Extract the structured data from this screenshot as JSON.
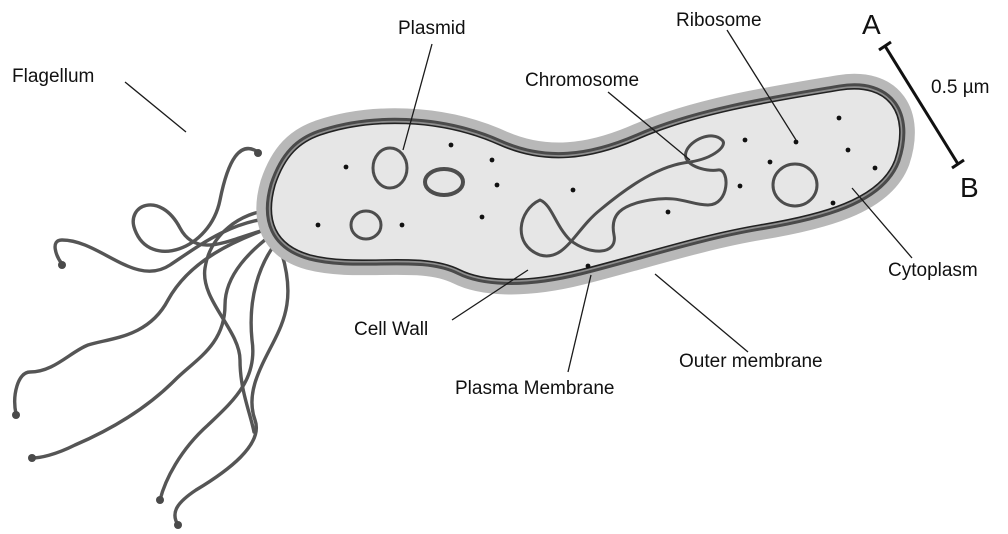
{
  "diagram": {
    "labels": {
      "flagellum": "Flagellum",
      "plasmid": "Plasmid",
      "chromosome": "Chromosome",
      "ribosome": "Ribosome",
      "cytoplasm": "Cytoplasm",
      "cell_wall": "Cell Wall",
      "plasma_membrane": "Plasma Membrane",
      "outer_membrane": "Outer membrane"
    },
    "scale_bar": {
      "value": "0.5 µm",
      "start": "A",
      "end": "B"
    },
    "colors": {
      "outer_membrane": "#b8b8b8",
      "cell_wall": "#4a4a4a",
      "cytoplasm": "#e6e6e6",
      "structures": "#4d4d4d",
      "flagella": "#555555"
    }
  }
}
